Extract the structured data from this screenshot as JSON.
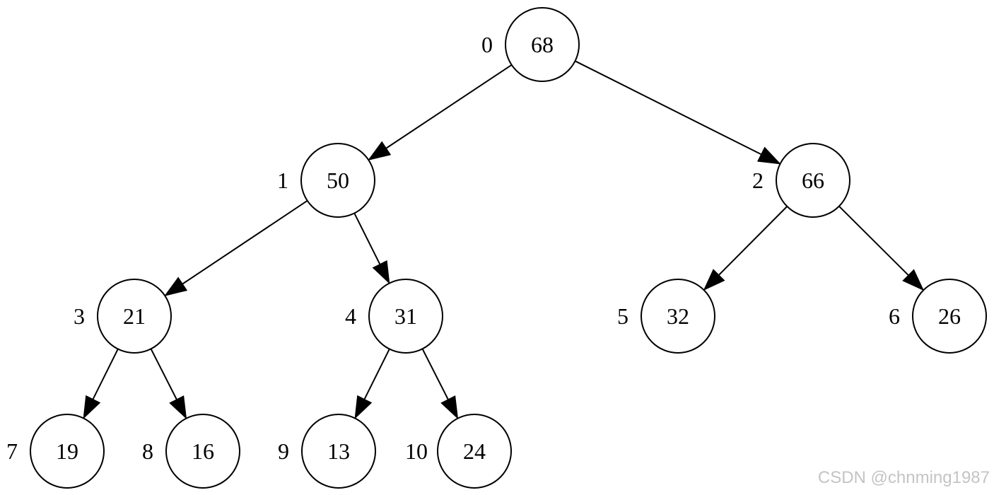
{
  "tree": {
    "nodes": [
      {
        "index": "0",
        "value": "68"
      },
      {
        "index": "1",
        "value": "50"
      },
      {
        "index": "2",
        "value": "66"
      },
      {
        "index": "3",
        "value": "21"
      },
      {
        "index": "4",
        "value": "31"
      },
      {
        "index": "5",
        "value": "32"
      },
      {
        "index": "6",
        "value": "26"
      },
      {
        "index": "7",
        "value": "19"
      },
      {
        "index": "8",
        "value": "16"
      },
      {
        "index": "9",
        "value": "13"
      },
      {
        "index": "10",
        "value": "24"
      }
    ],
    "edges": [
      {
        "from": "0",
        "to": "1"
      },
      {
        "from": "0",
        "to": "2"
      },
      {
        "from": "1",
        "to": "3"
      },
      {
        "from": "1",
        "to": "4"
      },
      {
        "from": "2",
        "to": "5"
      },
      {
        "from": "2",
        "to": "6"
      },
      {
        "from": "3",
        "to": "7"
      },
      {
        "from": "3",
        "to": "8"
      },
      {
        "from": "4",
        "to": "9"
      },
      {
        "from": "4",
        "to": "10"
      }
    ]
  },
  "watermark": "CSDN @chnming1987"
}
